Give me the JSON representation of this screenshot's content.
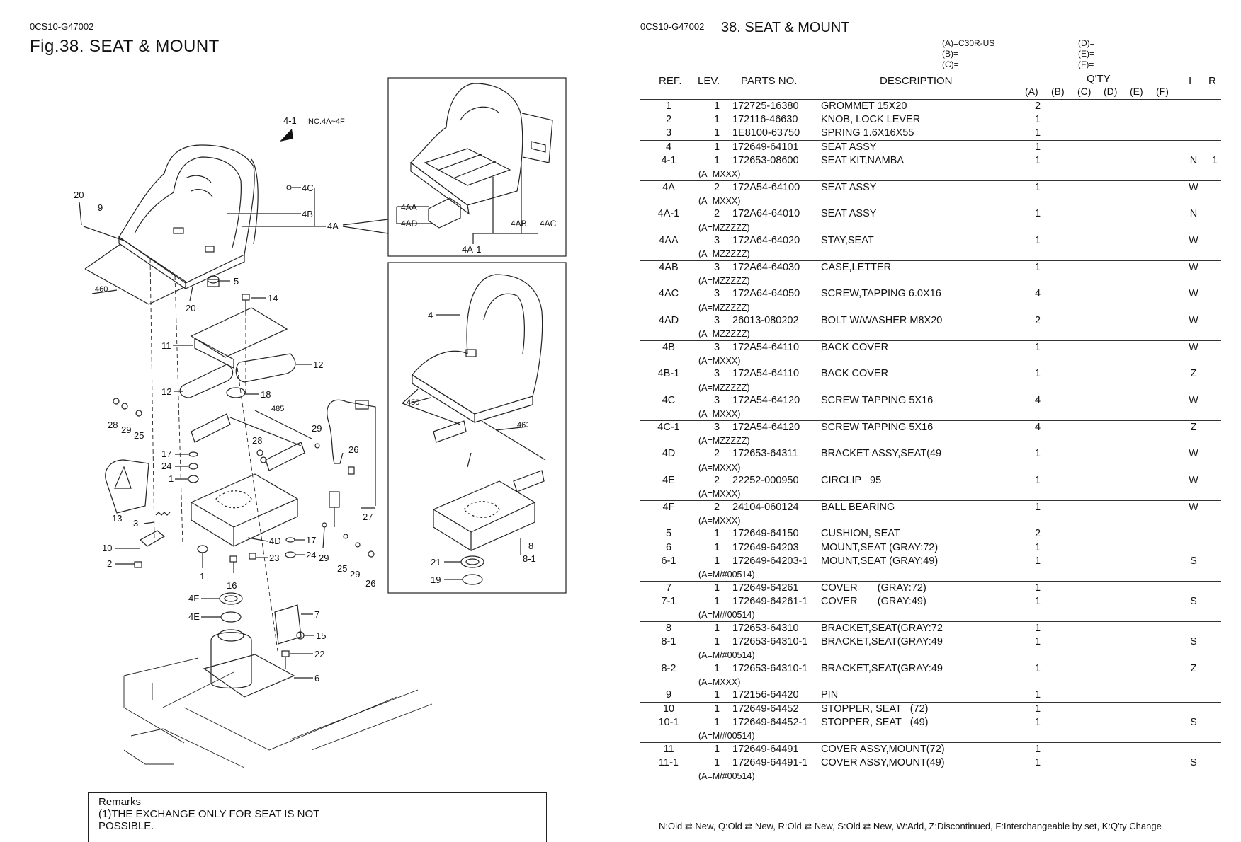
{
  "left_page": {
    "code": "0CS10-G47002",
    "title": "Fig.38.  SEAT & MOUNT",
    "callouts": {
      "c4_1": "4-1",
      "inc": "INC.4A~4F",
      "c20a": "20",
      "c9": "9",
      "c4C": "4C",
      "c4B": "4B",
      "c4A": "4A",
      "c460": "460",
      "c5": "5",
      "c20b": "20",
      "c14": "14",
      "c11": "11",
      "c12a": "12",
      "c12b": "12",
      "c18": "18",
      "c485": "485",
      "c28a": "28",
      "c29a": "29",
      "c25a": "25",
      "c28b": "28",
      "c29b": "29",
      "c26a": "26",
      "c17a": "17",
      "c24a": "24",
      "c1a": "1",
      "c13": "13",
      "c3": "3",
      "c10": "10",
      "c2": "2",
      "c1b": "1",
      "c4D": "4D",
      "c17b": "17",
      "c24b": "24",
      "c23": "23",
      "c16": "16",
      "c29c": "29",
      "c25b": "25",
      "c29d": "29",
      "c26b": "26",
      "c27": "27",
      "c4F": "4F",
      "c4E": "4E",
      "c7": "7",
      "c15": "15",
      "c22": "22",
      "c6": "6",
      "c4AA": "4AA",
      "c4AD": "4AD",
      "c4AB": "4AB",
      "c4AC": "4AC",
      "c4A_1": "4A-1",
      "c4": "4",
      "c450": "450",
      "c461": "461",
      "c8": "8",
      "c8_1": "8-1",
      "c21": "21",
      "c19": "19"
    },
    "remarks": {
      "heading": "Remarks",
      "line1": "(1)THE EXCHANGE ONLY FOR SEAT IS NOT",
      "line2": "POSSIBLE."
    }
  },
  "right_page": {
    "code": "0CS10-G47002",
    "title": "38.  SEAT & MOUNT",
    "config": {
      "a": "(A)=C30R-US",
      "b": "(B)=",
      "c": "(C)=",
      "d": "(D)=",
      "e": "(E)=",
      "f": "(F)="
    },
    "headers": {
      "ref": "REF.",
      "lev": "LEV.",
      "parts_no": "PARTS NO.",
      "description": "DESCRIPTION",
      "qty": "Q'TY",
      "a": "(A)",
      "b": "(B)",
      "c": "(C)",
      "d": "(D)",
      "e": "(E)",
      "f": "(F)",
      "i": "I",
      "r": "R"
    },
    "groups": [
      [
        {
          "ref": "1",
          "lev": "1",
          "pno": "172725-16380",
          "desc": "GROMMET 15X20",
          "qa": "2",
          "i": "",
          "r": ""
        },
        {
          "ref": "2",
          "lev": "1",
          "pno": "172116-46630",
          "desc": "KNOB, LOCK LEVER",
          "qa": "1",
          "i": "",
          "r": ""
        },
        {
          "ref": "3",
          "lev": "1",
          "pno": "1E8100-63750",
          "desc": "SPRING 1.6X16X55",
          "qa": "1",
          "i": "",
          "r": ""
        }
      ],
      [
        {
          "ref": "4",
          "lev": "1",
          "pno": "172649-64101",
          "desc": "SEAT ASSY",
          "qa": "1",
          "i": "",
          "r": ""
        },
        {
          "ref": "4-1",
          "lev": "1",
          "pno": "172653-08600",
          "desc": "SEAT KIT,NAMBA",
          "qa": "1",
          "i": "N",
          "r": "1"
        },
        {
          "sub": "(A=MXXX)"
        }
      ],
      [
        {
          "ref": "4A",
          "lev": "2",
          "pno": "172A54-64100",
          "desc": "SEAT ASSY",
          "qa": "1",
          "i": "W",
          "r": ""
        },
        {
          "sub": "(A=MXXX)"
        },
        {
          "ref": "4A-1",
          "lev": "2",
          "pno": "172A64-64010",
          "desc": "SEAT ASSY",
          "qa": "1",
          "i": "N",
          "r": ""
        }
      ],
      [
        {
          "sub": "(A=MZZZZZ)"
        },
        {
          "ref": "4AA",
          "lev": "3",
          "pno": "172A64-64020",
          "desc": "STAY,SEAT",
          "qa": "1",
          "i": "W",
          "r": ""
        },
        {
          "sub": "(A=MZZZZZ)"
        }
      ],
      [
        {
          "ref": "4AB",
          "lev": "3",
          "pno": "172A64-64030",
          "desc": "CASE,LETTER",
          "qa": "1",
          "i": "W",
          "r": ""
        },
        {
          "sub": "(A=MZZZZZ)"
        },
        {
          "ref": "4AC",
          "lev": "3",
          "pno": "172A64-64050",
          "desc": "SCREW,TAPPING 6.0X16",
          "qa": "4",
          "i": "W",
          "r": ""
        }
      ],
      [
        {
          "sub": "(A=MZZZZZ)"
        },
        {
          "ref": "4AD",
          "lev": "3",
          "pno": "26013-080202",
          "desc": "BOLT W/WASHER M8X20",
          "qa": "2",
          "i": "W",
          "r": ""
        },
        {
          "sub": "(A=MZZZZZ)"
        }
      ],
      [
        {
          "ref": "4B",
          "lev": "3",
          "pno": "172A54-64110",
          "desc": "BACK COVER",
          "qa": "1",
          "i": "W",
          "r": ""
        },
        {
          "sub": "(A=MXXX)"
        },
        {
          "ref": "4B-1",
          "lev": "3",
          "pno": "172A54-64110",
          "desc": "BACK COVER",
          "qa": "1",
          "i": "Z",
          "r": ""
        }
      ],
      [
        {
          "sub": "(A=MZZZZZ)"
        },
        {
          "ref": "4C",
          "lev": "3",
          "pno": "172A54-64120",
          "desc": "SCREW TAPPING 5X16",
          "qa": "4",
          "i": "W",
          "r": ""
        },
        {
          "sub": "(A=MXXX)"
        }
      ],
      [
        {
          "ref": "4C-1",
          "lev": "3",
          "pno": "172A54-64120",
          "desc": "SCREW TAPPING 5X16",
          "qa": "4",
          "i": "Z",
          "r": ""
        },
        {
          "sub": "(A=MZZZZZ)"
        },
        {
          "ref": "4D",
          "lev": "2",
          "pno": "172653-64311",
          "desc": "BRACKET ASSY,SEAT(49",
          "qa": "1",
          "i": "W",
          "r": ""
        }
      ],
      [
        {
          "sub": "(A=MXXX)"
        },
        {
          "ref": "4E",
          "lev": "2",
          "pno": "22252-000950",
          "desc": "CIRCLIP   95",
          "qa": "1",
          "i": "W",
          "r": ""
        },
        {
          "sub": "(A=MXXX)"
        }
      ],
      [
        {
          "ref": "4F",
          "lev": "2",
          "pno": "24104-060124",
          "desc": "BALL BEARING",
          "qa": "1",
          "i": "W",
          "r": ""
        },
        {
          "sub": "(A=MXXX)"
        },
        {
          "ref": "5",
          "lev": "1",
          "pno": "172649-64150",
          "desc": "CUSHION, SEAT",
          "qa": "2",
          "i": "",
          "r": ""
        }
      ],
      [
        {
          "ref": "6",
          "lev": "1",
          "pno": "172649-64203",
          "desc": "MOUNT,SEAT (GRAY:72)",
          "qa": "1",
          "i": "",
          "r": ""
        },
        {
          "ref": "6-1",
          "lev": "1",
          "pno": "172649-64203-1",
          "desc": "MOUNT,SEAT (GRAY:49)",
          "qa": "1",
          "i": "S",
          "r": ""
        },
        {
          "sub": "(A=M/#00514)"
        }
      ],
      [
        {
          "ref": "7",
          "lev": "1",
          "pno": "172649-64261",
          "desc": "COVER       (GRAY:72)",
          "qa": "1",
          "i": "",
          "r": ""
        },
        {
          "ref": "7-1",
          "lev": "1",
          "pno": "172649-64261-1",
          "desc": "COVER       (GRAY:49)",
          "qa": "1",
          "i": "S",
          "r": ""
        },
        {
          "sub": "(A=M/#00514)"
        }
      ],
      [
        {
          "ref": "8",
          "lev": "1",
          "pno": "172653-64310",
          "desc": "BRACKET,SEAT(GRAY:72",
          "qa": "1",
          "i": "",
          "r": ""
        },
        {
          "ref": "8-1",
          "lev": "1",
          "pno": "172653-64310-1",
          "desc": "BRACKET,SEAT(GRAY:49",
          "qa": "1",
          "i": "S",
          "r": ""
        },
        {
          "sub": "(A=M/#00514)"
        }
      ],
      [
        {
          "ref": "8-2",
          "lev": "1",
          "pno": "172653-64310-1",
          "desc": "BRACKET,SEAT(GRAY:49",
          "qa": "1",
          "i": "Z",
          "r": ""
        },
        {
          "sub": "(A=MXXX)"
        },
        {
          "ref": "9",
          "lev": "1",
          "pno": "172156-64420",
          "desc": "PIN",
          "qa": "1",
          "i": "",
          "r": ""
        }
      ],
      [
        {
          "ref": "10",
          "lev": "1",
          "pno": "172649-64452",
          "desc": "STOPPER, SEAT   (72)",
          "qa": "1",
          "i": "",
          "r": ""
        },
        {
          "ref": "10-1",
          "lev": "1",
          "pno": "172649-64452-1",
          "desc": "STOPPER, SEAT   (49)",
          "qa": "1",
          "i": "S",
          "r": ""
        },
        {
          "sub": "(A=M/#00514)"
        }
      ],
      [
        {
          "ref": "11",
          "lev": "1",
          "pno": "172649-64491",
          "desc": "COVER ASSY,MOUNT(72)",
          "qa": "1",
          "i": "",
          "r": ""
        },
        {
          "ref": "11-1",
          "lev": "1",
          "pno": "172649-64491-1",
          "desc": "COVER ASSY,MOUNT(49)",
          "qa": "1",
          "i": "S",
          "r": ""
        },
        {
          "sub": "(A=M/#00514)"
        }
      ]
    ],
    "legend": "N:Old ⇄ New, Q:Old ⇄ New, R:Old ⇄ New, S:Old ⇄ New, W:Add, Z:Discontinued, F:Interchangeable by set, K:Q'ty Change"
  }
}
